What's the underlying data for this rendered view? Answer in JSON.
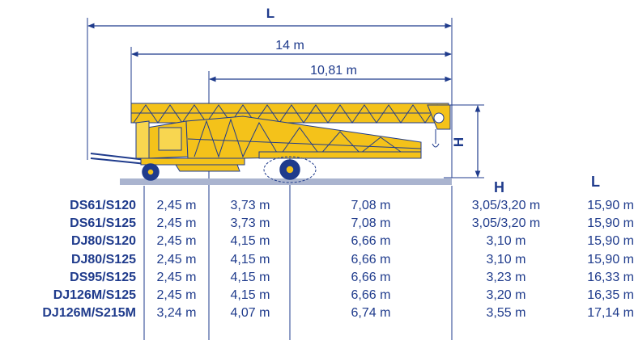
{
  "dimensions": {
    "total_length_label": "L",
    "jib_length": "14 m",
    "working_length": "10,81 m",
    "height_label": "H"
  },
  "table": {
    "headers": {
      "h": "H",
      "l": "L"
    },
    "rows": [
      {
        "model": "DS61/S120",
        "a": "2,45 m",
        "b": "3,73 m",
        "c": "7,08 m",
        "h": "3,05/3,20 m",
        "l": "15,90 m"
      },
      {
        "model": "DS61/S125",
        "a": "2,45 m",
        "b": "3,73 m",
        "c": "7,08 m",
        "h": "3,05/3,20 m",
        "l": "15,90 m"
      },
      {
        "model": "DJ80/S120",
        "a": "2,45 m",
        "b": "4,15 m",
        "c": "6,66 m",
        "h": "3,10 m",
        "l": "15,90 m"
      },
      {
        "model": "DJ80/S125",
        "a": "2,45 m",
        "b": "4,15 m",
        "c": "6,66 m",
        "h": "3,10 m",
        "l": "15,90 m"
      },
      {
        "model": "DS95/S125",
        "a": "2,45 m",
        "b": "4,15 m",
        "c": "6,66 m",
        "h": "3,23 m",
        "l": "16,33 m"
      },
      {
        "model": "DJ126M/S125",
        "a": "2,45 m",
        "b": "4,15 m",
        "c": "6,66 m",
        "h": "3,20 m",
        "l": "16,35 m"
      },
      {
        "model": "DJ126M/S215M",
        "a": "3,24 m",
        "b": "4,07 m",
        "c": "6,74 m",
        "h": "3,55 m",
        "l": "17,14 m"
      }
    ]
  },
  "colors": {
    "line": "#1f3b8c",
    "crane_yellow": "#f4c21a",
    "ground": "#aab4cf"
  }
}
